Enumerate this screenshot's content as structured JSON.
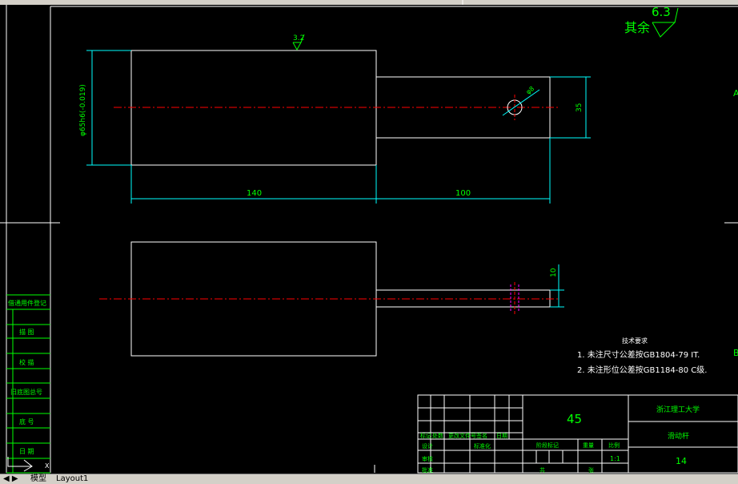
{
  "drawing": {
    "roughness_symbol": "6.3",
    "roughness_label": "其余",
    "surface_roughness_top": "3.2",
    "dim_diameter": "φ65h6(-0.019)",
    "dim_hole": "φ8",
    "dim_height": "35",
    "dim_len1": "140",
    "dim_len2": "100",
    "dim_thickness": "10",
    "tech_title": "技术要求",
    "tech_line1": "1. 未注尺寸公差按GB1804-79 IT.",
    "tech_line2": "2. 未注形位公差按GB1184-80 C级.",
    "border_letters": {
      "A": "A",
      "B": "B"
    }
  },
  "side_table": {
    "rows": [
      "借通用件登记",
      "描 图",
      "校 描",
      "旧底图总号",
      "底 号",
      "日 期"
    ]
  },
  "title_block": {
    "material": "45",
    "university": "浙江理工大学",
    "part_name": "滑动杆",
    "drawing_no": "14",
    "scale": "1:1",
    "h_stage": "阶段标记",
    "h_weight": "重量",
    "h_ratio": "比例",
    "h_count": "共",
    "h_sheet": "张",
    "h_mark": "标记",
    "h_qty": "处数",
    "h_file": "更改文件号",
    "h_sign": "签名",
    "h_date": "日期",
    "h_design": "设计",
    "h_check": "审核",
    "h_std": "标准化",
    "h_approve": "批准"
  },
  "tabs": {
    "model": "模型",
    "layout": "Layout1"
  },
  "colors": {
    "green": "#00ff00",
    "white": "#ffffff",
    "cyan": "#00ffff",
    "red": "#ff0000",
    "magenta": "#ff00ff"
  }
}
